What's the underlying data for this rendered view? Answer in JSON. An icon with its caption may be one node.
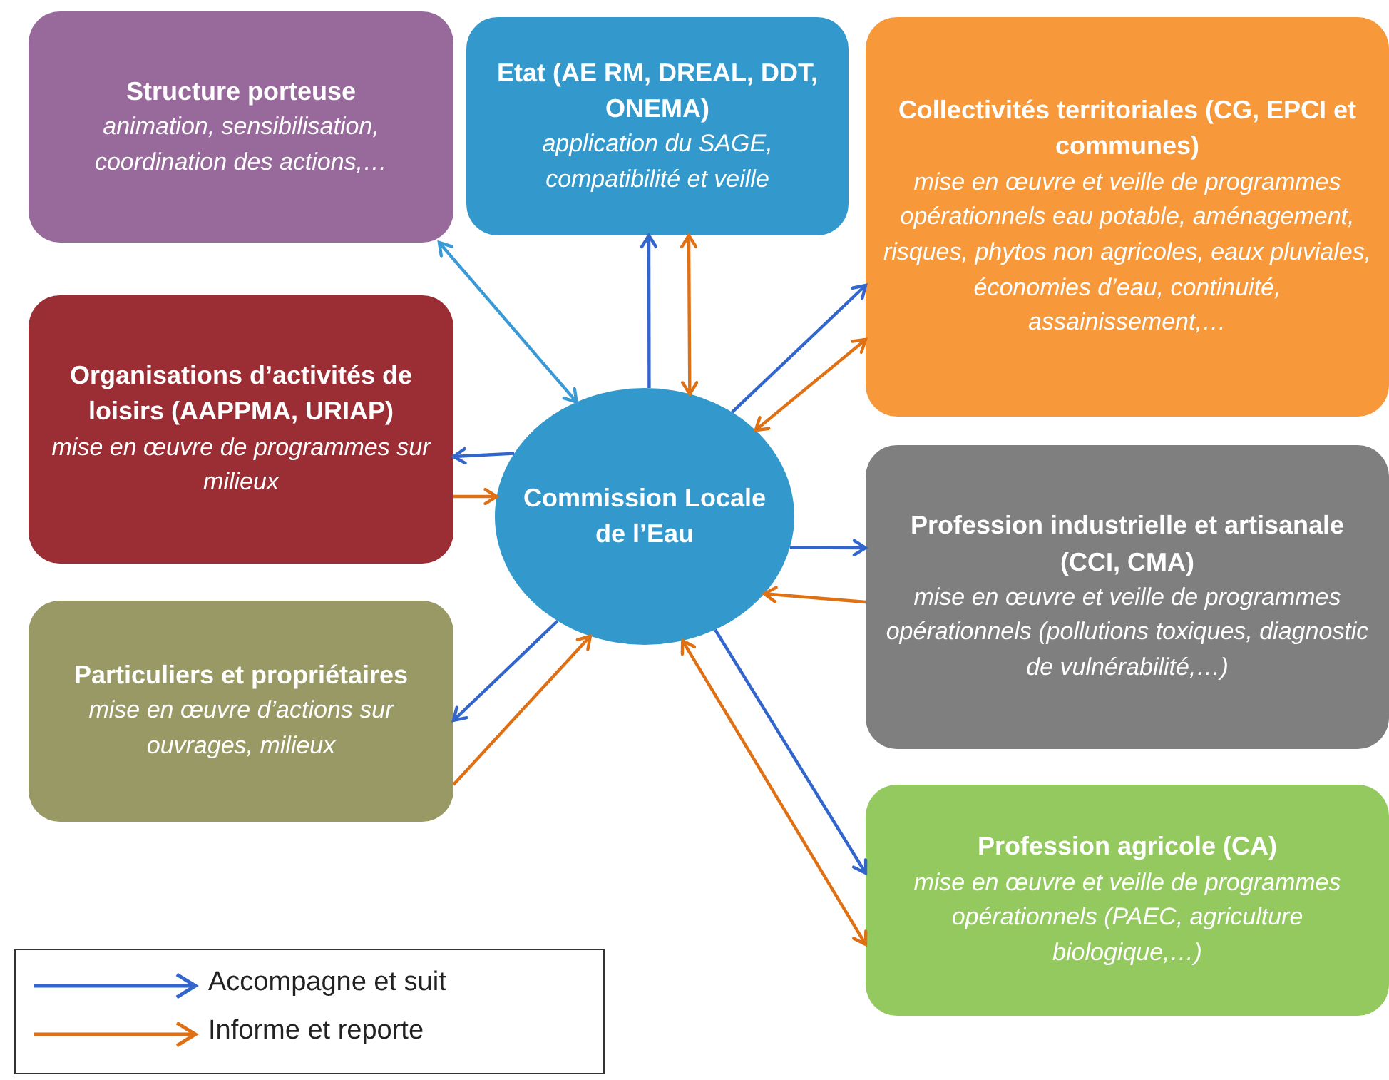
{
  "diagram": {
    "nodes": [
      {
        "text": [
          "Structure porteuse",
          "animation, sensibilisation, coordination des actions,…"
        ]
      },
      {
        "text": [
          "Etat (AE RM, DREAL, DDT, ONEMA)",
          "application du SAGE, compatibilité et veille"
        ]
      },
      {
        "text": [
          "Collectivités territoriales (CG, EPCI et communes)",
          "mise en œuvre et veille de programmes opérationnels eau potable, aménagement, risques, phytos non agricoles, eaux pluviales, économies d’eau, continuité, assainissement,…"
        ]
      },
      {
        "text": [
          "Organisations d’activités de loisirs (AAPPMA, URIAP)",
          "mise en œuvre de programmes sur milieux"
        ]
      },
      {
        "text": [
          "Commission Locale de l’Eau"
        ]
      },
      {
        "text": [
          "Profession industrielle et artisanale (CCI, CMA)",
          "mise en œuvre et veille de programmes opérationnels (pollutions toxiques, diagnostic de vulnérabilité,…)"
        ]
      },
      {
        "text": [
          "Particuliers et propriétaires",
          "mise en œuvre d’actions sur ouvrages, milieux"
        ]
      },
      {
        "text": [
          "Profession agricole (CA)",
          "mise en œuvre et veille de programmes opérationnels (PAEC, agriculture biologique,…)"
        ]
      }
    ],
    "edges": [
      {
        "from": 0,
        "to": 4,
        "arrow": "both",
        "color": "#3a9ad6"
      },
      {
        "from": 4,
        "to": 1,
        "arrow": "to"
      },
      {
        "from": 1,
        "to": 4,
        "arrow": "both",
        "color": "#e07014"
      },
      {
        "from": 4,
        "to": 2,
        "arrow": "to"
      },
      {
        "from": 2,
        "to": 4,
        "arrow": "both",
        "color": "#e07014"
      },
      {
        "from": 4,
        "to": 3,
        "arrow": "to"
      },
      {
        "from": 3,
        "to": 4,
        "arrow": "to",
        "color": "#e07014"
      },
      {
        "from": 4,
        "to": 5,
        "arrow": "to"
      },
      {
        "from": 5,
        "to": 4,
        "arrow": "to",
        "color": "#e07014"
      },
      {
        "from": 4,
        "to": 6,
        "arrow": "to"
      },
      {
        "from": 6,
        "to": 4,
        "arrow": "to",
        "color": "#e07014"
      },
      {
        "from": 4,
        "to": 7,
        "arrow": "to"
      },
      {
        "from": 7,
        "to": 4,
        "arrow": "both",
        "color": "#e07014"
      }
    ],
    "legend": [
      {
        "text": "Accompagne et suit"
      },
      {
        "text": "Informe et reporte"
      }
    ]
  }
}
